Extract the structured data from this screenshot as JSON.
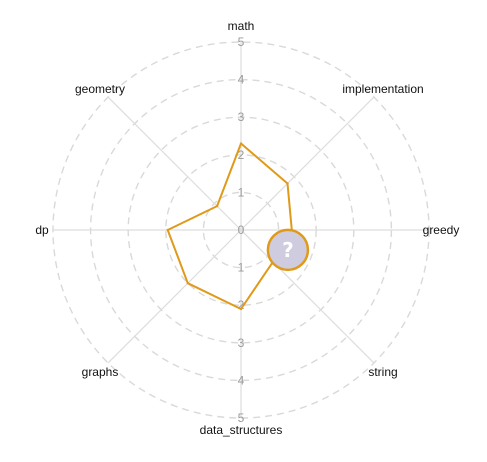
{
  "chart_data": {
    "type": "radar",
    "axes": [
      "math",
      "implementation",
      "greedy",
      "string",
      "data_structures",
      "graphs",
      "dp",
      "geometry"
    ],
    "ticks": [
      "0",
      "1",
      "2",
      "3",
      "4",
      "5"
    ],
    "range": [
      0,
      5
    ],
    "grid": true,
    "series": [
      {
        "values": [
          2.3,
          1.75,
          1.35,
          1.2,
          2.1,
          2.0,
          1.95,
          0.9
        ],
        "color": "#e09a1a"
      }
    ],
    "marker": {
      "axis": "string",
      "value": 1.2,
      "text": "?",
      "fill": "#cfcce0",
      "stroke": "#e09a1a",
      "text_color": "#ffffff"
    }
  }
}
